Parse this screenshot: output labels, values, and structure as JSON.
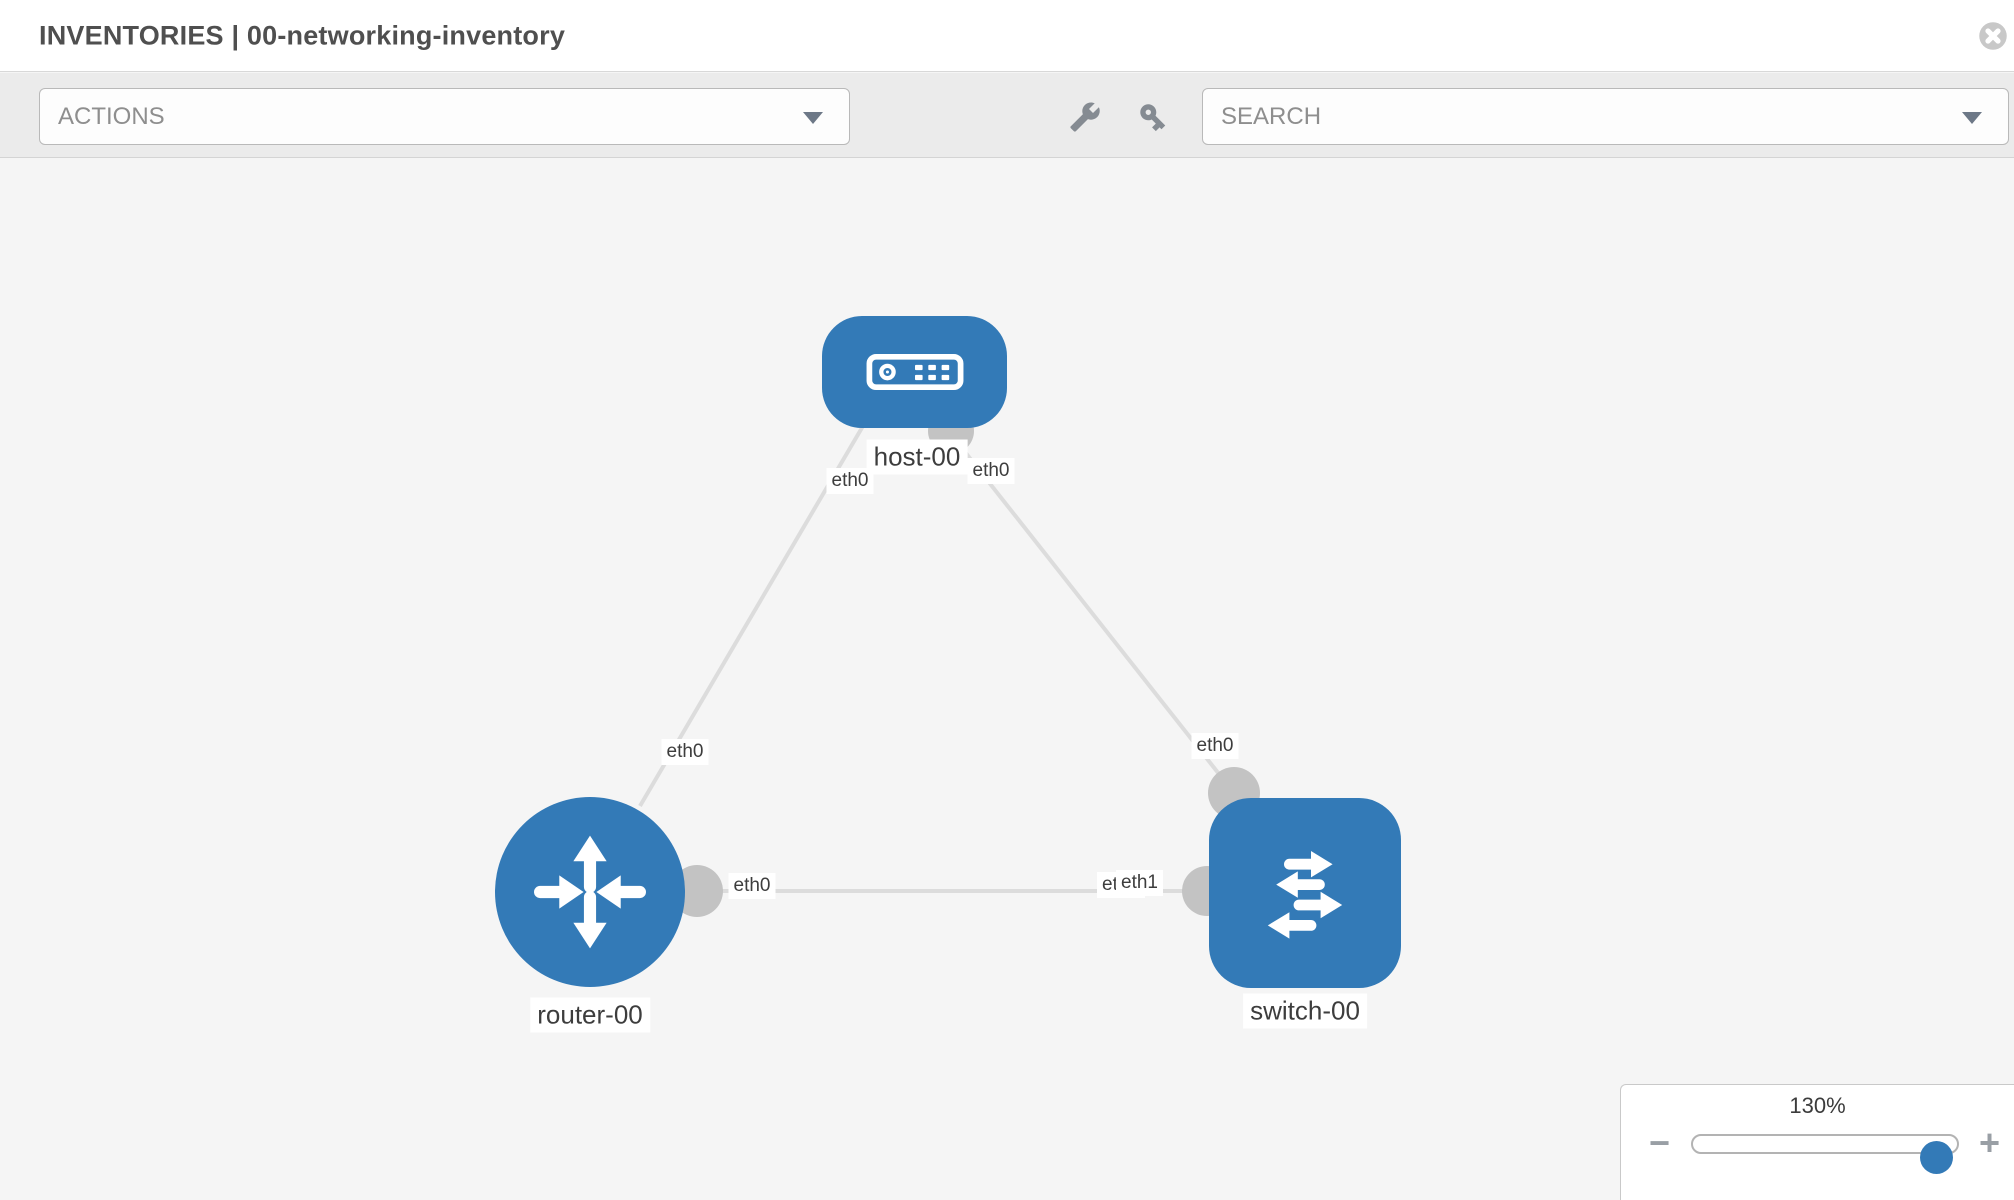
{
  "header": {
    "title": "INVENTORIES | 00-networking-inventory"
  },
  "toolbar": {
    "actions_dropdown": {
      "placeholder": "ACTIONS"
    },
    "wrench_icon": "wrench",
    "key_icon": "key",
    "search_dropdown": {
      "placeholder": "SEARCH"
    }
  },
  "topology": {
    "nodes": [
      {
        "label": "host-00",
        "type": "host",
        "interfaces_shown": [
          "eth0",
          "eth0"
        ]
      },
      {
        "label": "router-00",
        "type": "router",
        "interfaces_shown": [
          "eth0",
          "eth0"
        ]
      },
      {
        "label": "switch-00",
        "type": "switch",
        "interfaces_shown": [
          "eth0",
          "eth0",
          "eth1"
        ]
      }
    ],
    "links": [
      {
        "from": "host-00",
        "from_if": "eth0",
        "to": "router-00",
        "to_if": "eth0"
      },
      {
        "from": "host-00",
        "from_if": "eth0",
        "to": "switch-00",
        "to_if": "eth0"
      },
      {
        "from": "router-00",
        "from_if": "eth0",
        "to": "switch-00",
        "to_if": "eth1"
      }
    ]
  },
  "zoom_control": {
    "level": "130%",
    "minus_label": "−",
    "plus_label": "+"
  },
  "colors": {
    "node_blue": "#337ab7",
    "port_gray": "#c3c3c3",
    "link_gray": "#dcdcdc"
  }
}
